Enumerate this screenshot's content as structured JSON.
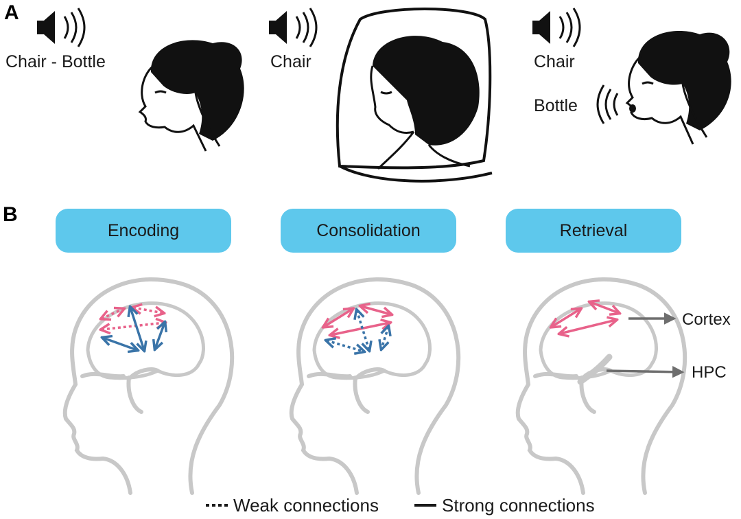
{
  "panels": {
    "a_label": "A",
    "b_label": "B"
  },
  "scene_a": {
    "encoding_cue": "Chair - Bottle",
    "sleep_cue": "Chair",
    "retrieval_cue": "Chair",
    "retrieval_response": "Bottle"
  },
  "phases": [
    {
      "label": "Encoding"
    },
    {
      "label": "Consolidation"
    },
    {
      "label": "Retrieval"
    }
  ],
  "regions": {
    "cortex": "Cortex",
    "hpc": "HPC"
  },
  "legend": {
    "weak": "Weak connections",
    "strong": "Strong connections"
  },
  "colors": {
    "box": "#5ec8ec",
    "cortex_arrow": "#e8628a",
    "hpc_arrow": "#3a74a8",
    "head_outline": "#c8c8c8",
    "pointer": "#6e6e6e"
  },
  "icons": [
    "speaker-icon",
    "sound-waves-icon",
    "speech-waves-icon"
  ]
}
